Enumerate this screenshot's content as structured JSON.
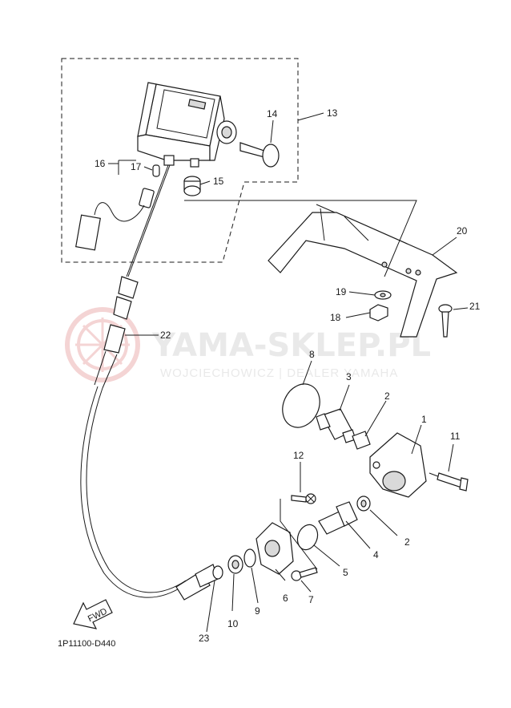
{
  "watermark": {
    "brand": "YAMA-SKLEP.PL",
    "tagline": "WOJCIECHOWICZ | DEALER YAMAHA"
  },
  "diagram": {
    "code": "1P11100-D440",
    "fwd_label": "FWD",
    "callouts": [
      "1",
      "2",
      "3",
      "4",
      "2",
      "5",
      "6",
      "7",
      "8",
      "9",
      "10",
      "11",
      "12",
      "13",
      "14",
      "15",
      "16",
      "17",
      "18",
      "19",
      "20",
      "21",
      "22",
      "23"
    ]
  }
}
